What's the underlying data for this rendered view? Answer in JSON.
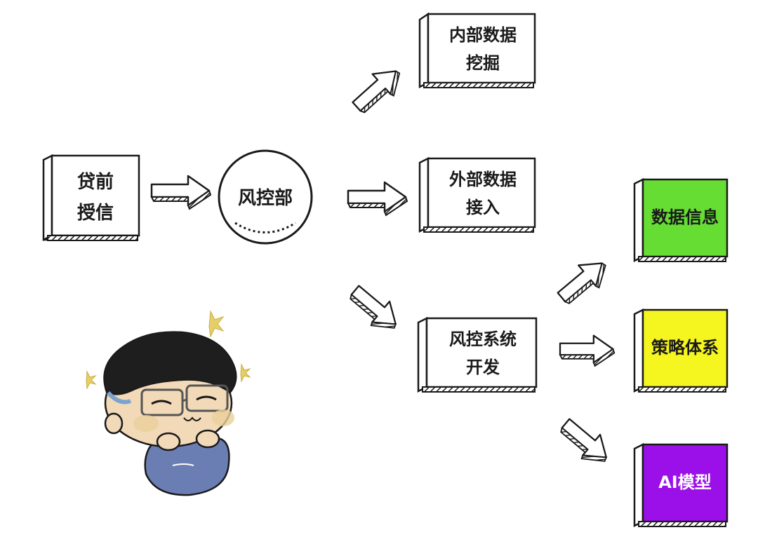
{
  "boxes": {
    "pre_loan": {
      "line1": "贷前",
      "line2": "授信"
    },
    "risk_dept": {
      "label": "风控部"
    },
    "internal_data": {
      "line1": "内部数据",
      "line2": "挖掘"
    },
    "external_data": {
      "line1": "外部数据",
      "line2": "接入"
    },
    "risk_system": {
      "line1": "风控系统",
      "line2": "开发"
    },
    "data_info": {
      "label": "数据信息"
    },
    "strategy": {
      "label": "策略体系"
    },
    "ai_model": {
      "label": "AI模型"
    }
  },
  "colors": {
    "data_info": "#66dd33",
    "strategy": "#f5f51f",
    "ai_model": "#9b10e8",
    "outline": "#1a1a1a",
    "paper": "#ffffff",
    "hair": "#1e1e1e",
    "skin": "#f2d9b8",
    "shirt": "#6b7eb4",
    "sparkle": "#e6cf6a"
  }
}
